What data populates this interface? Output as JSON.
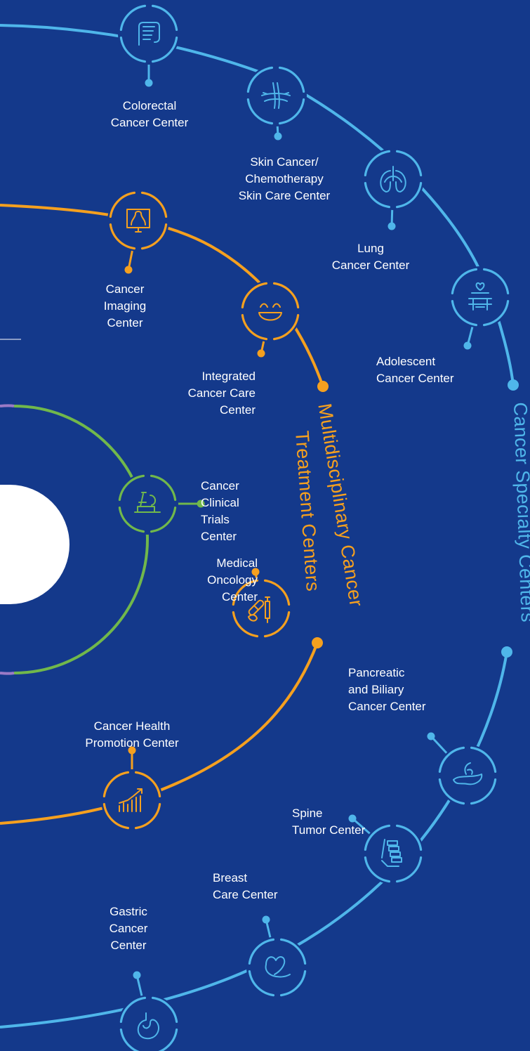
{
  "colors": {
    "background": "#14398b",
    "specialty": "#4fb6ea",
    "multidisciplinary": "#f5a01f",
    "trials": "#71b84b",
    "accent_purple": "#9b7ac6",
    "label": "#ffffff"
  },
  "titles": {
    "multidisciplinary_line1": "Multidisciplinary Cancer",
    "multidisciplinary_line2": "Treatment Centers",
    "specialty": "Cancer Specialty Centers"
  },
  "centers": [
    {
      "id": "colorectal",
      "label": "Colorectal\nCancer Center",
      "ring": "specialty",
      "icon": "colon-icon"
    },
    {
      "id": "skin",
      "label": "Skin Cancer/\nChemotherapy\nSkin Care Center",
      "ring": "specialty",
      "icon": "skin-icon"
    },
    {
      "id": "lung",
      "label": "Lung\nCancer Center",
      "ring": "specialty",
      "icon": "lungs-icon"
    },
    {
      "id": "adolescent",
      "label": "Adolescent\nCancer Center",
      "ring": "specialty",
      "icon": "adolescent-icon"
    },
    {
      "id": "imaging",
      "label": "Cancer\nImaging\nCenter",
      "ring": "multidisciplinary",
      "icon": "monitor-icon"
    },
    {
      "id": "integrated",
      "label": "Integrated\nCancer Care\nCenter",
      "ring": "multidisciplinary",
      "icon": "smile-icon"
    },
    {
      "id": "trials",
      "label": "Cancer\nClinical\nTrials\nCenter",
      "ring": "trials",
      "icon": "microscope-icon"
    },
    {
      "id": "medical",
      "label": "Medical\nOncology\nCenter",
      "ring": "multidisciplinary",
      "icon": "pill-syringe-icon"
    },
    {
      "id": "health",
      "label": "Cancer Health\nPromotion Center",
      "ring": "multidisciplinary",
      "icon": "growth-chart-icon"
    },
    {
      "id": "pancreatic",
      "label": "Pancreatic\nand Biliary\nCancer Center",
      "ring": "specialty",
      "icon": "pancreas-icon"
    },
    {
      "id": "spine",
      "label": "Spine\nTumor Center",
      "ring": "specialty",
      "icon": "spine-icon"
    },
    {
      "id": "breast",
      "label": "Breast\nCare Center",
      "ring": "specialty",
      "icon": "breast-icon"
    },
    {
      "id": "gastric",
      "label": "Gastric\nCancer\nCenter",
      "ring": "specialty",
      "icon": "stomach-icon"
    }
  ]
}
